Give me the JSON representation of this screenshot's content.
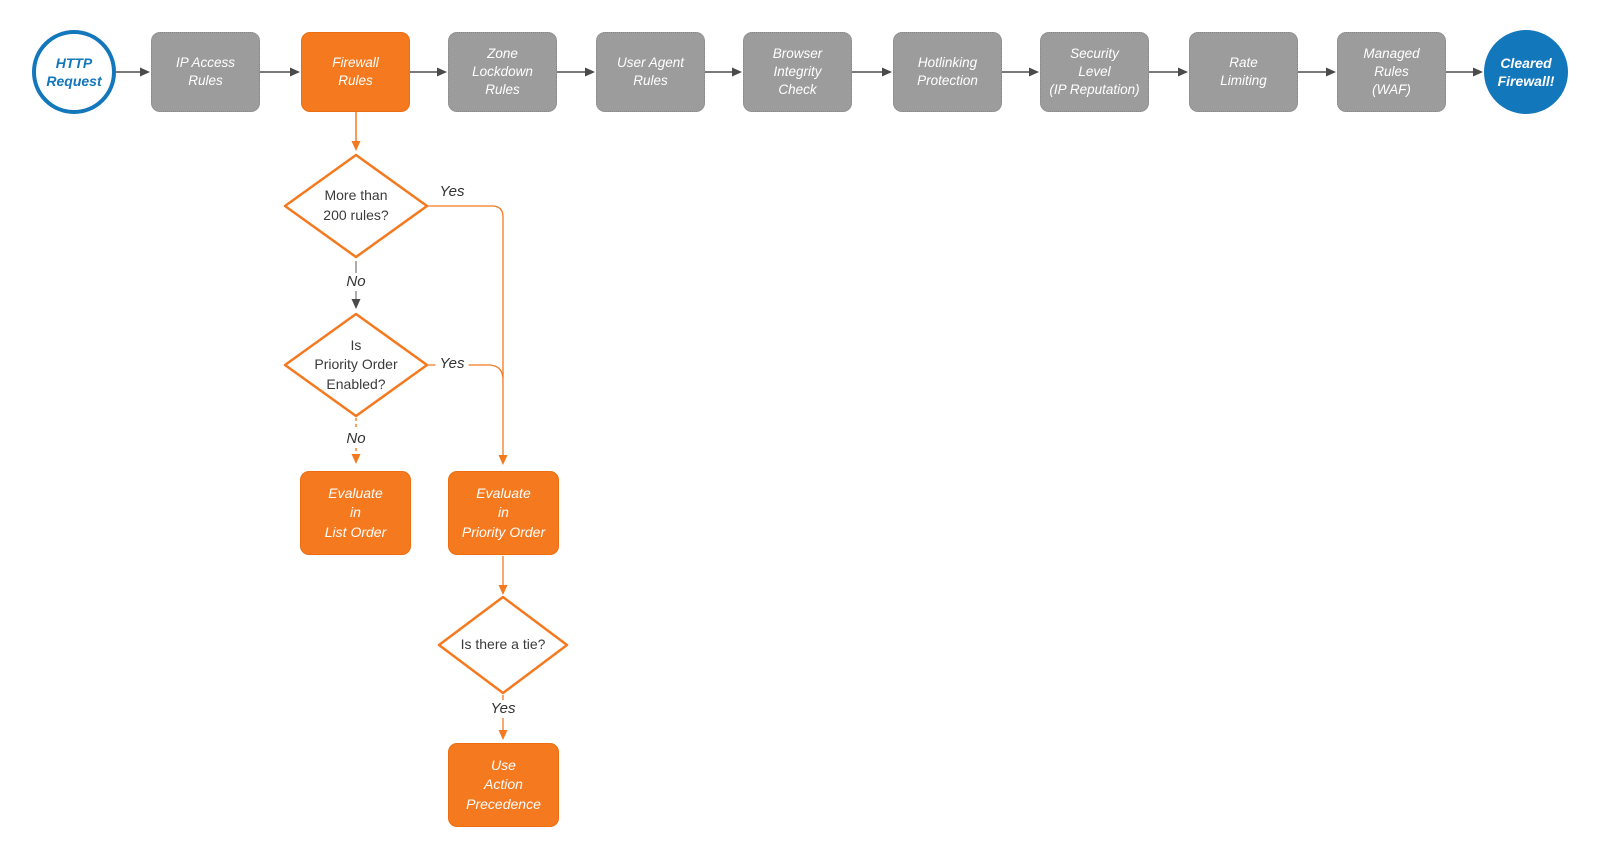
{
  "colors": {
    "accent_orange": "#F4791F",
    "node_gray": "#9C9C9C",
    "accent_blue": "#1377BC",
    "connector_gray": "#4A4A4A"
  },
  "pipeline": {
    "start": {
      "label": "HTTP\nRequest",
      "shape": "circle"
    },
    "steps": [
      {
        "label": "IP Access\nRules",
        "highlighted": false
      },
      {
        "label": "Firewall\nRules",
        "highlighted": true
      },
      {
        "label": "Zone\nLockdown\nRules",
        "highlighted": false
      },
      {
        "label": "User Agent\nRules",
        "highlighted": false
      },
      {
        "label": "Browser\nIntegrity\nCheck",
        "highlighted": false
      },
      {
        "label": "Hotlinking\nProtection",
        "highlighted": false
      },
      {
        "label": "Security\nLevel\n(IP Reputation)",
        "highlighted": false
      },
      {
        "label": "Rate\nLimiting",
        "highlighted": false
      },
      {
        "label": "Managed\nRules\n(WAF)",
        "highlighted": false
      }
    ],
    "end": {
      "label": "Cleared\nFirewall!",
      "shape": "circle"
    }
  },
  "branch": {
    "decisions": [
      {
        "label": "More than\n200 rules?"
      },
      {
        "label": "Is\nPriority Order\nEnabled?"
      },
      {
        "label": "Is there a tie?"
      }
    ],
    "actions": [
      {
        "label": "Evaluate\nin\nList Order"
      },
      {
        "label": "Evaluate\nin\nPriority Order"
      },
      {
        "label": "Use\nAction\nPrecedence"
      }
    ],
    "edge_labels": [
      {
        "label": "Yes"
      },
      {
        "label": "No"
      },
      {
        "label": "Yes"
      },
      {
        "label": "No"
      },
      {
        "label": "Yes"
      }
    ]
  }
}
